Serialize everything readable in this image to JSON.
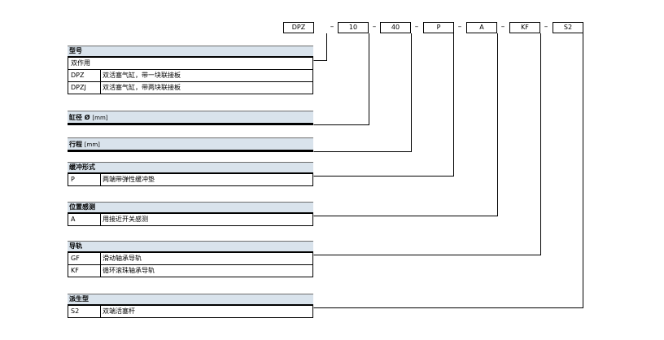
{
  "code_boxes": [
    "DPZ",
    "10",
    "40",
    "P",
    "A",
    "KF",
    "S2"
  ],
  "separator": "–",
  "sections": {
    "model": {
      "title": "型号",
      "rows": [
        {
          "code": "",
          "desc": "双作用"
        },
        {
          "code": "DPZ",
          "desc": "双活塞气缸，带一块联接板"
        },
        {
          "code": "DPZJ",
          "desc": "双活塞气缸，带两块联接板"
        }
      ]
    },
    "bore": {
      "title": "缸径 Ø",
      "unit": "[mm]"
    },
    "stroke": {
      "title": "行程",
      "unit": "[mm]"
    },
    "cushion": {
      "title": "缓冲形式",
      "rows": [
        {
          "code": "P",
          "desc": "两端带弹性缓冲垫"
        }
      ]
    },
    "sensing": {
      "title": "位置感测",
      "rows": [
        {
          "code": "A",
          "desc": "用接近开关感测"
        }
      ]
    },
    "guide": {
      "title": "导轨",
      "rows": [
        {
          "code": "GF",
          "desc": "滑动轴承导轨"
        },
        {
          "code": "KF",
          "desc": "循环滚珠轴承导轨"
        }
      ]
    },
    "variant": {
      "title": "派生型",
      "rows": [
        {
          "code": "S2",
          "desc": "双端活塞杆"
        }
      ]
    }
  }
}
